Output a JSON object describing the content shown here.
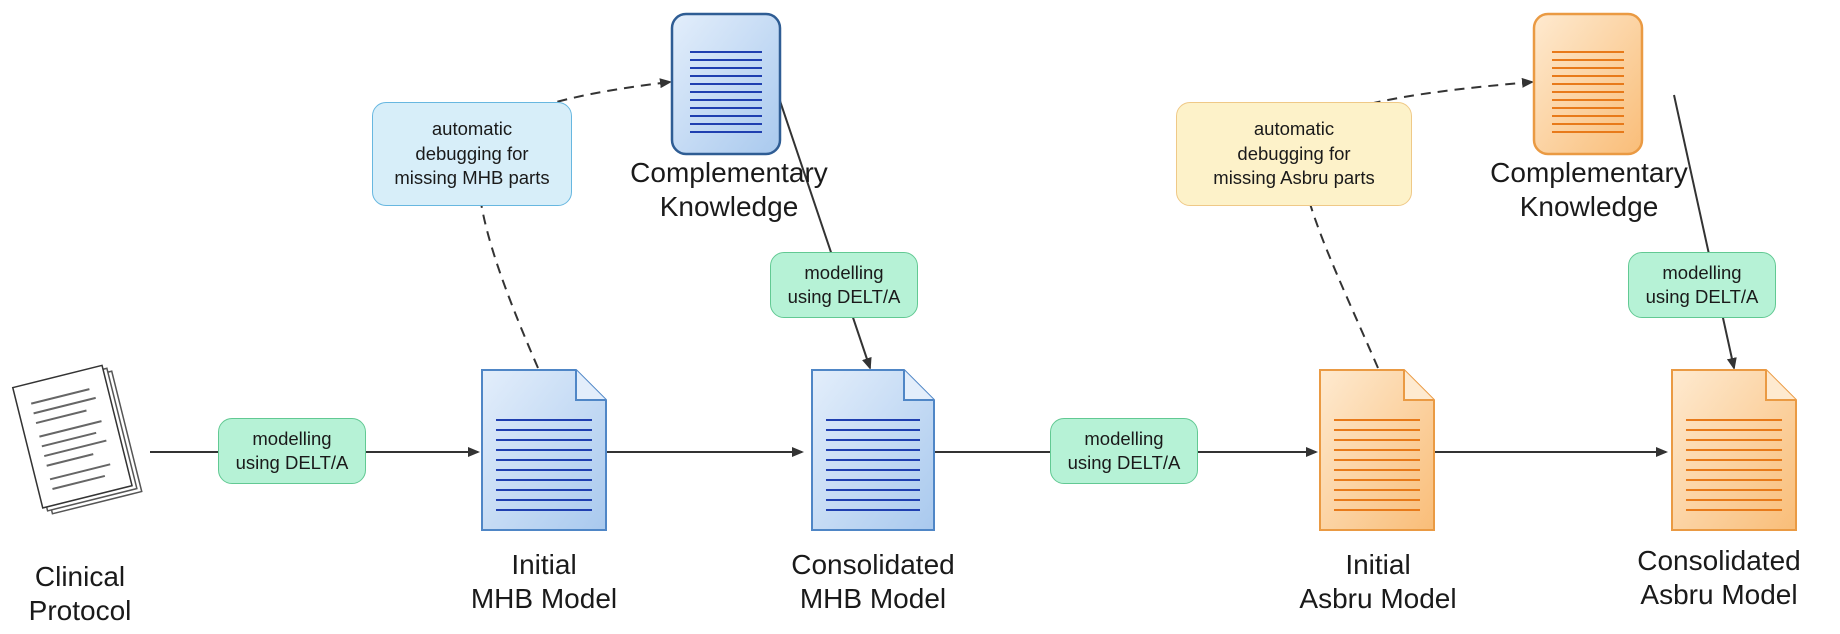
{
  "nodes": {
    "clinical_protocol": {
      "line1": "Clinical",
      "line2": "Protocol"
    },
    "initial_mhb": {
      "line1": "Initial",
      "line2": "MHB Model"
    },
    "consolidated_mhb": {
      "line1": "Consolidated",
      "line2": "MHB Model"
    },
    "initial_asbru": {
      "line1": "Initial",
      "line2": "Asbru Model"
    },
    "consolidated_asbru": {
      "line1": "Consolidated",
      "line2": "Asbru Model"
    },
    "complementary_mhb": {
      "line1": "Complementary",
      "line2": "Knowledge"
    },
    "complementary_asbru": {
      "line1": "Complementary",
      "line2": "Knowledge"
    }
  },
  "process_boxes": {
    "modelling_1": {
      "line1": "modelling",
      "line2": "using DELT/A"
    },
    "modelling_2": {
      "line1": "modelling",
      "line2": "using DELT/A"
    },
    "modelling_3": {
      "line1": "modelling",
      "line2": "using DELT/A"
    },
    "modelling_4": {
      "line1": "modelling",
      "line2": "using DELT/A"
    },
    "debug_mhb": {
      "line1": "automatic",
      "line2": "debugging for",
      "line3": "missing MHB parts"
    },
    "debug_asbru": {
      "line1": "automatic",
      "line2": "debugging for",
      "line3": "missing Asbru parts"
    }
  },
  "colors": {
    "mhb_doc": "#cfe3f7",
    "mhb_stroke": "#4f86c6",
    "mhb_lines": "#1f3fb0",
    "asbru_doc": "#fdd7a4",
    "asbru_stroke": "#ea9a43",
    "asbru_lines": "#e87a1a",
    "modelling_box": "#b6f2d6",
    "debug_mhb_box": "#d7eef9",
    "debug_asbru_box": "#fdf2c9",
    "arrow": "#333333"
  }
}
